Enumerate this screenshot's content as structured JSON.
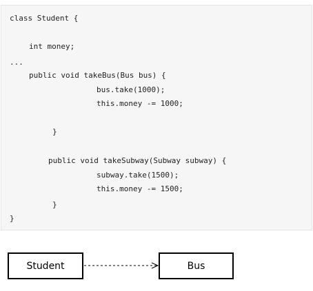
{
  "code": {
    "lines": [
      "class Student {",
      "int money;",
      "...",
      "public void takeBus(Bus bus) {",
      "bus.take(1000);",
      "this.money -= 1000;",
      "}",
      "public void takeSubway(Subway subway) {",
      "subway.take(1500);",
      "this.money -= 1500;",
      "}",
      "}"
    ]
  },
  "diagram": {
    "source_class": "Student",
    "target_class": "Bus",
    "relation": "dependency",
    "line_style": "dashed",
    "arrow_head": "open"
  }
}
